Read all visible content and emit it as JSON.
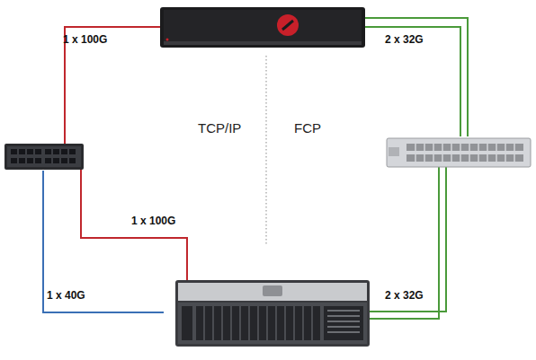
{
  "diagram": {
    "labels": [
      "1 x 100G",
      "2 x 32G",
      "TCP/IP",
      "FCP",
      "1 x 100G",
      "1 x 40G",
      "2 x 32G"
    ]
  }
}
